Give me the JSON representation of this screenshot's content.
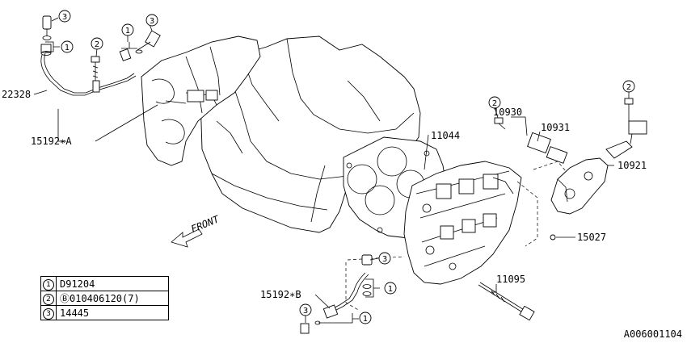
{
  "labels": {
    "p22328": "22328",
    "p15192a": "15192∗A",
    "p11044": "11044",
    "p10930": "10930",
    "p10931": "10931",
    "p10921": "10921",
    "p15027": "15027",
    "p15192b": "15192∗B",
    "p11095": "11095",
    "front": "FRONT"
  },
  "callouts": {
    "c1": "1",
    "c2": "2",
    "c3": "3"
  },
  "legend": [
    {
      "key": "1",
      "value": "D91204"
    },
    {
      "key": "2",
      "value": "Ⓑ010406120(7)"
    },
    {
      "key": "3",
      "value": "14445"
    }
  ],
  "diagram_id": "A006001104"
}
